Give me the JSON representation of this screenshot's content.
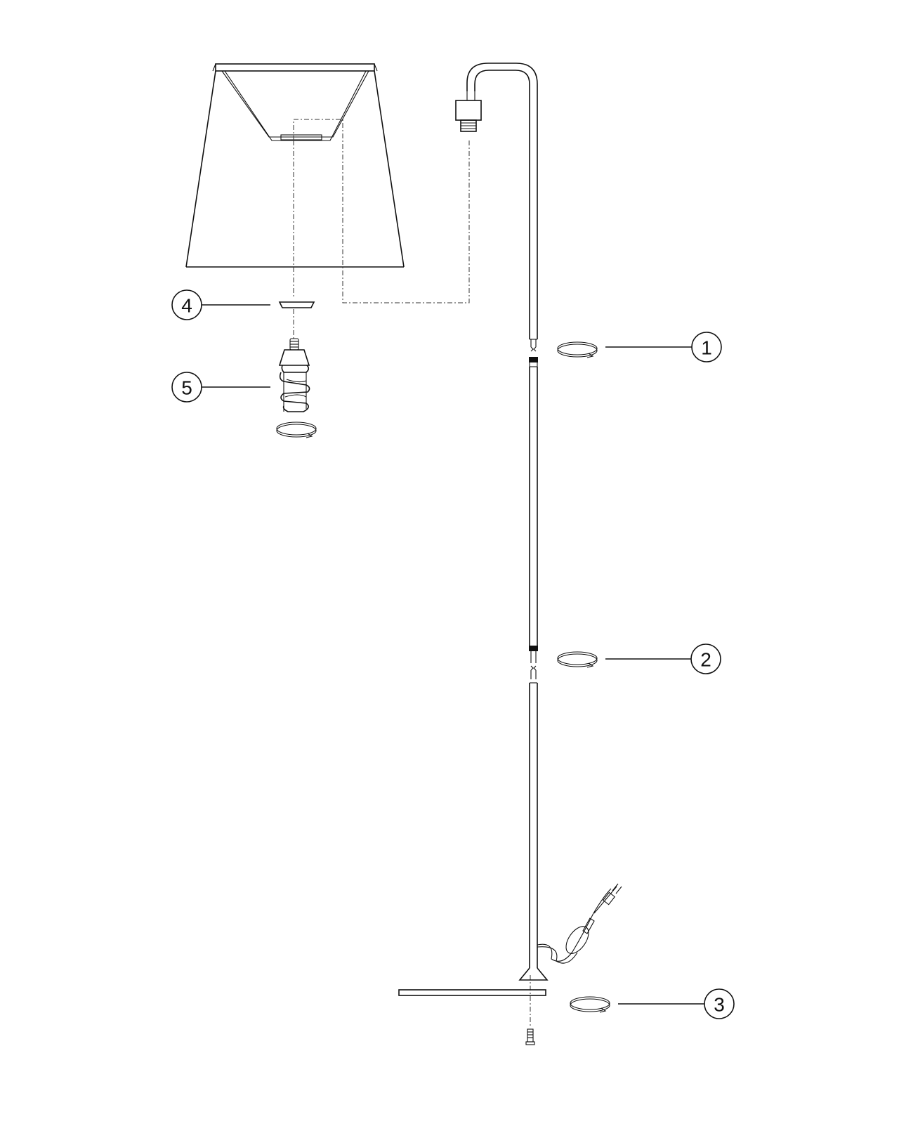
{
  "callouts": [
    {
      "number": "1",
      "part": "upper-pole-joint",
      "action": "rotate-to-tighten"
    },
    {
      "number": "2",
      "part": "lower-pole-joint",
      "action": "rotate-to-tighten"
    },
    {
      "number": "3",
      "part": "base-plate-screw",
      "action": "rotate-to-tighten"
    },
    {
      "number": "4",
      "part": "shade-ring",
      "action": "place"
    },
    {
      "number": "5",
      "part": "light-bulb",
      "action": "rotate-to-tighten"
    }
  ],
  "icons": {
    "rotate": "rotate-arrow-icon"
  },
  "colors": {
    "line": "#111111",
    "background": "#ffffff"
  }
}
